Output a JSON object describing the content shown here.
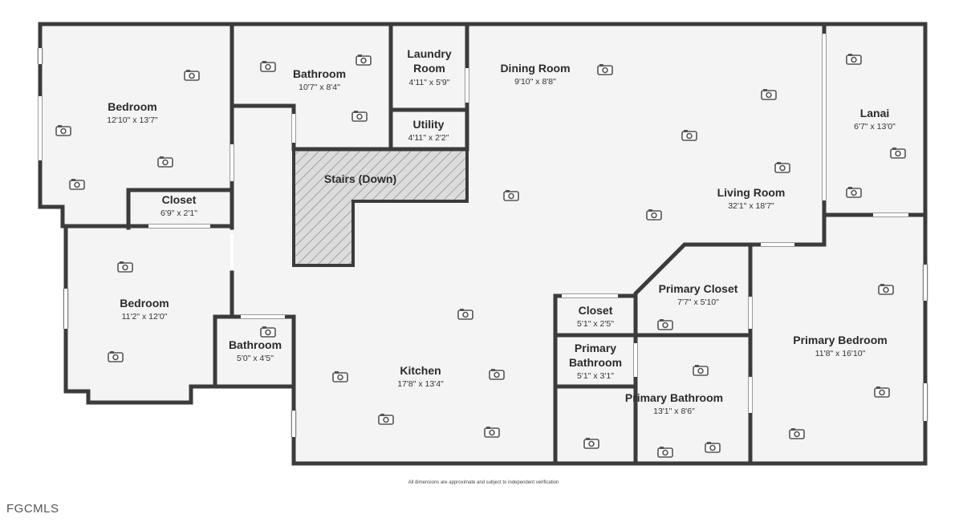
{
  "rooms": [
    {
      "id": "bedroom-1",
      "name": "Bedroom",
      "dims": "12'10\" x 13'7\""
    },
    {
      "id": "bathroom-1",
      "name": "Bathroom",
      "dims": "10'7\" x 8'4\""
    },
    {
      "id": "laundry",
      "name": "Laundry\nRoom",
      "dims": "4'11\" x 5'9\""
    },
    {
      "id": "utility",
      "name": "Utility",
      "dims": "4'11\" x 2'2\""
    },
    {
      "id": "dining",
      "name": "Dining Room",
      "dims": "9'10\" x 8'8\""
    },
    {
      "id": "lanai",
      "name": "Lanai",
      "dims": "6'7\" x 13'0\""
    },
    {
      "id": "stairs",
      "name": "Stairs (Down)",
      "dims": ""
    },
    {
      "id": "closet-1",
      "name": "Closet",
      "dims": "6'9\" x 2'1\""
    },
    {
      "id": "living",
      "name": "Living Room",
      "dims": "32'1\" x 18'7\""
    },
    {
      "id": "bedroom-2",
      "name": "Bedroom",
      "dims": "11'2\" x 12'0\""
    },
    {
      "id": "primary-closet",
      "name": "Primary Closet",
      "dims": "7'7\" x 5'10\""
    },
    {
      "id": "closet-2",
      "name": "Closet",
      "dims": "5'1\" x 2'5\""
    },
    {
      "id": "bathroom-2",
      "name": "Bathroom",
      "dims": "5'0\" x 4'5\""
    },
    {
      "id": "primary-bedroom",
      "name": "Primary Bedroom",
      "dims": "11'8\" x 16'10\""
    },
    {
      "id": "primary-bath-small",
      "name": "Primary\nBathroom",
      "dims": "5'1\" x 3'1\""
    },
    {
      "id": "kitchen",
      "name": "Kitchen",
      "dims": "17'8\" x 13'4\""
    },
    {
      "id": "primary-bathroom",
      "name": "Primary Bathroom",
      "dims": "13'1\" x 8'6\""
    }
  ],
  "disclaimer": "All dimensions are approximate and subject to independent verification",
  "brand": "FGCMLS",
  "colors": {
    "wall": "#3b3b3b",
    "floor": "#f4f4f4",
    "stairs_fill": "#d9d9d9",
    "window": "#bdbdbd"
  },
  "icon": "camera-icon"
}
